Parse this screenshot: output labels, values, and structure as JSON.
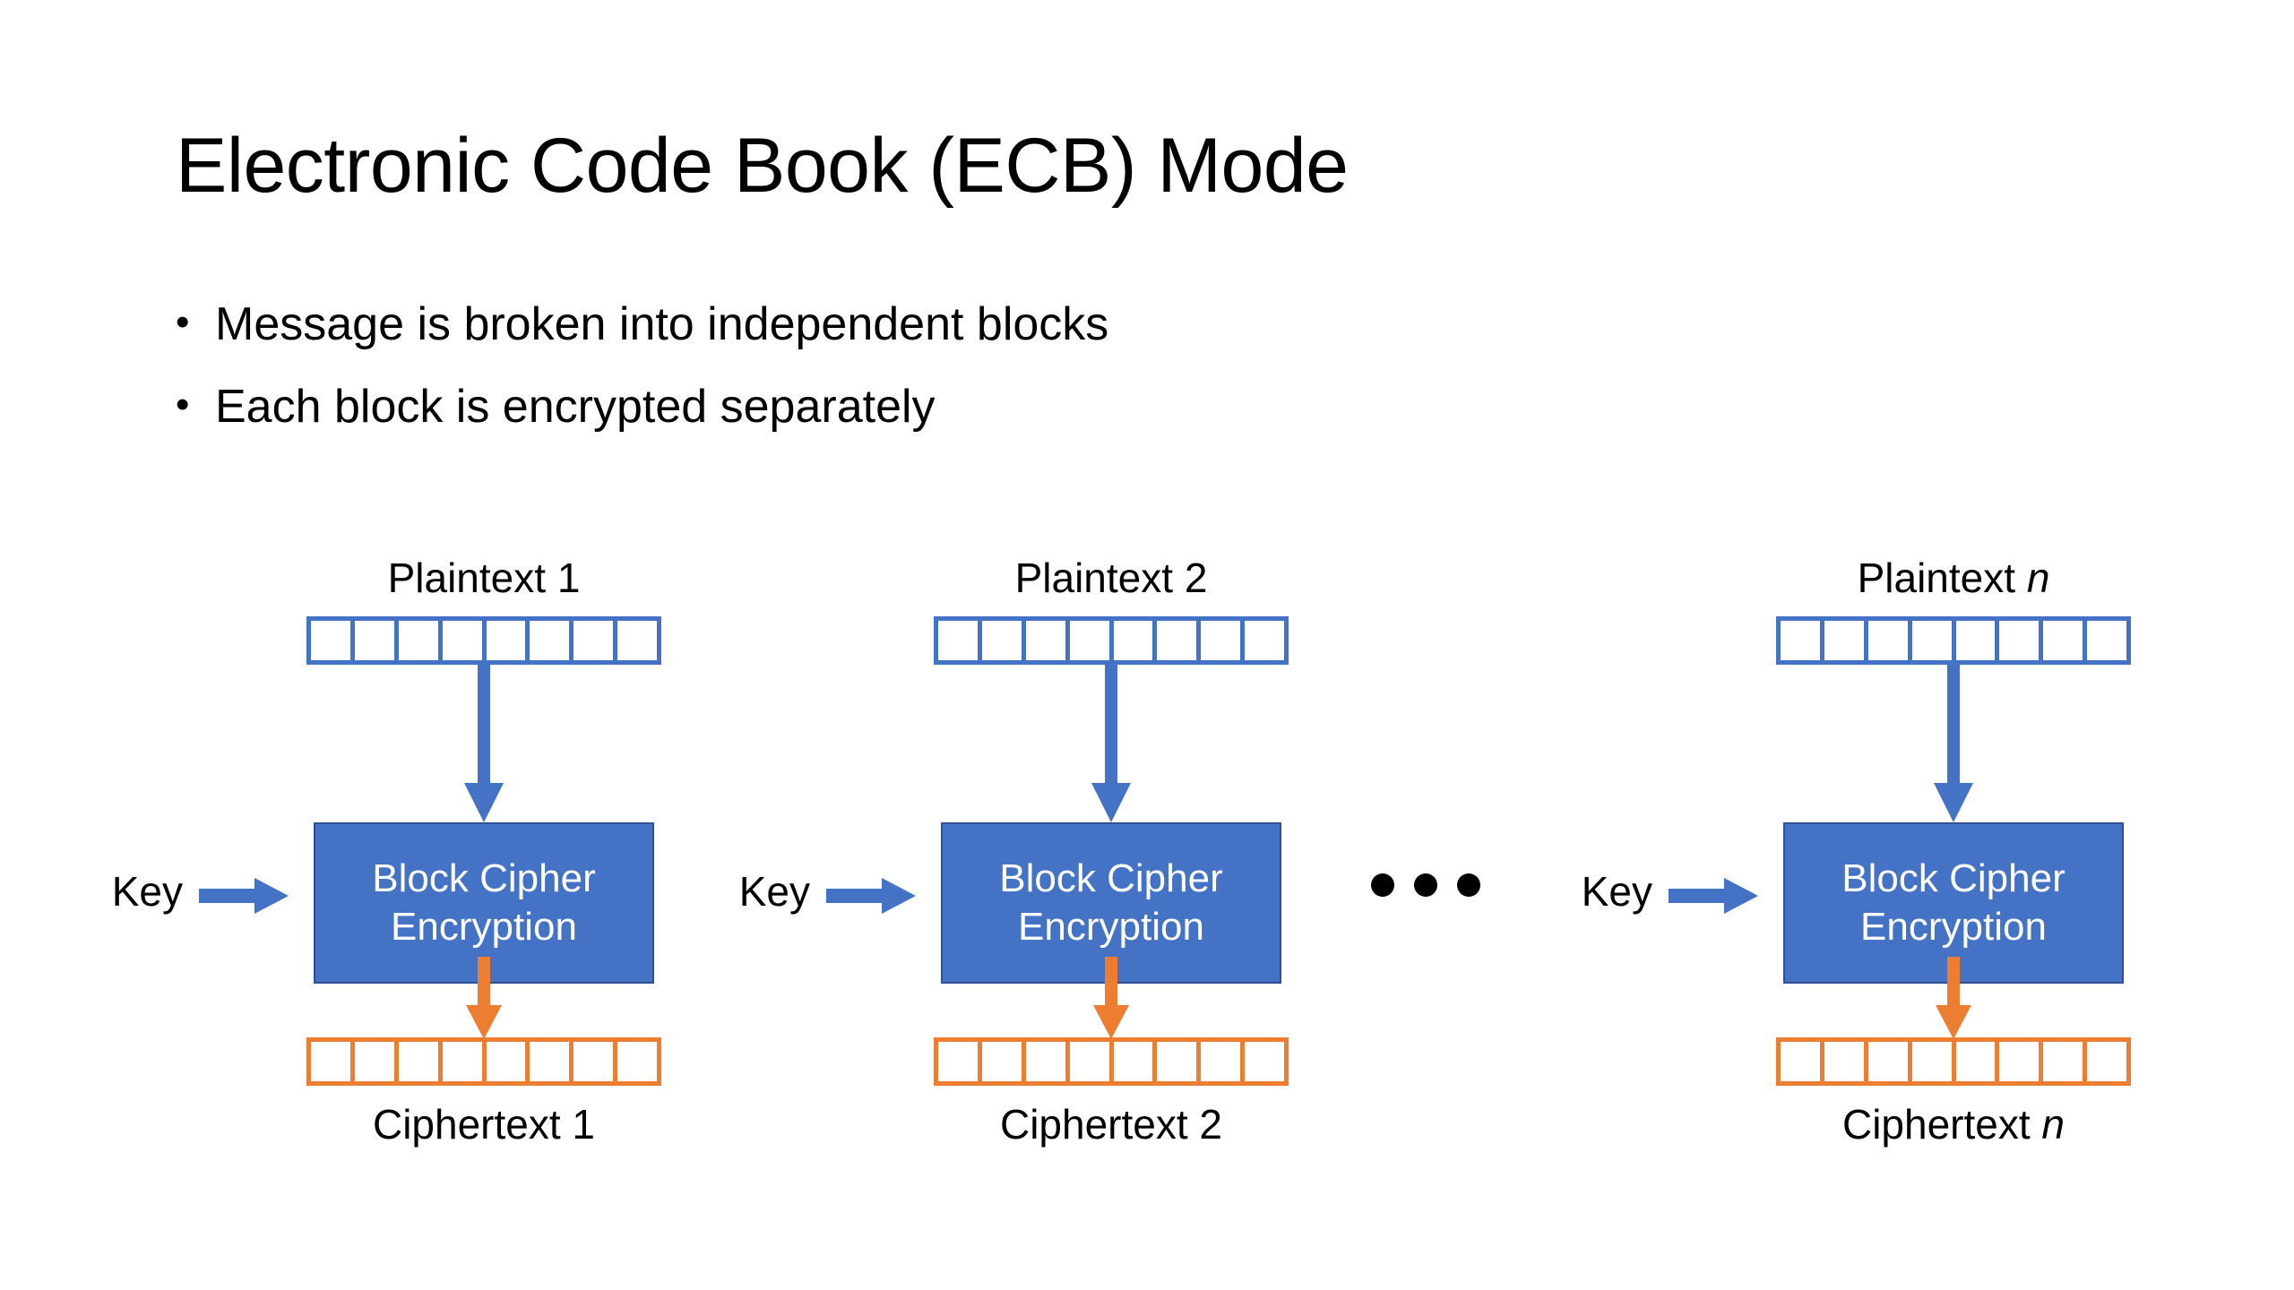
{
  "slide": {
    "title": "Electronic Code Book (ECB) Mode",
    "bullet_marker": "•",
    "bullets": [
      "Message is broken into independent blocks",
      "Each block is encrypted separately"
    ]
  },
  "colors": {
    "blue": "#4472C4",
    "blue_border": "#2F528F",
    "orange": "#ED7D31",
    "text": "#000000",
    "box_text": "#FFFFFF",
    "background": "#FFFFFF"
  },
  "diagram": {
    "block_cell_count": 8,
    "ellipsis_dots": 3,
    "columns": [
      {
        "plaintext_label": "Plaintext 1",
        "plaintext_label_base": "Plaintext",
        "plaintext_label_index": "1",
        "key_label": "Key",
        "cipher_line_1": "Block Cipher",
        "cipher_line_2": "Encryption",
        "ciphertext_label": "Ciphertext 1",
        "ciphertext_label_base": "Ciphertext",
        "ciphertext_label_index": "1",
        "index_italic": false
      },
      {
        "plaintext_label": "Plaintext 2",
        "plaintext_label_base": "Plaintext",
        "plaintext_label_index": "2",
        "key_label": "Key",
        "cipher_line_1": "Block Cipher",
        "cipher_line_2": "Encryption",
        "ciphertext_label": "Ciphertext 2",
        "ciphertext_label_base": "Ciphertext",
        "ciphertext_label_index": "2",
        "index_italic": false
      },
      {
        "plaintext_label": "Plaintext n",
        "plaintext_label_base": "Plaintext",
        "plaintext_label_index": "n",
        "key_label": "Key",
        "cipher_line_1": "Block Cipher",
        "cipher_line_2": "Encryption",
        "ciphertext_label": "Ciphertext n",
        "ciphertext_label_base": "Ciphertext",
        "ciphertext_label_index": "n",
        "index_italic": true
      }
    ]
  }
}
